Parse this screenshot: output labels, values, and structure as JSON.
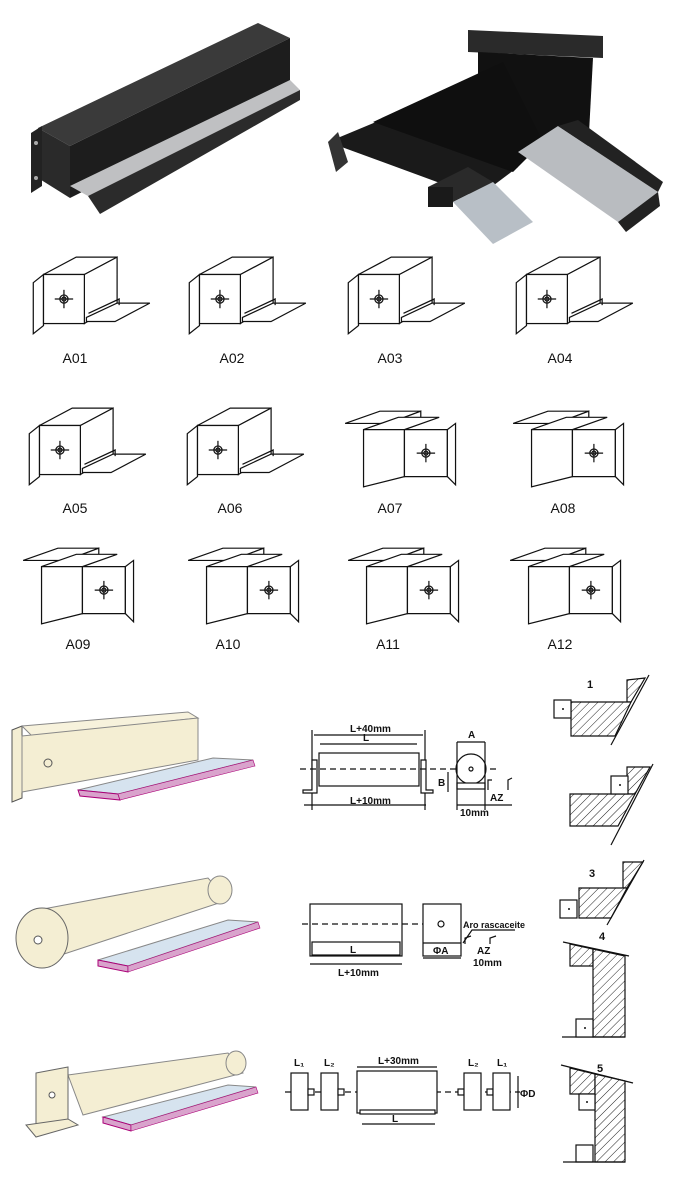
{
  "photos": [
    {
      "name": "black-cover-photo"
    },
    {
      "name": "cover-variants-photo"
    }
  ],
  "models": [
    "A01",
    "A02",
    "A03",
    "A04",
    "A05",
    "A06",
    "A07",
    "A08",
    "A09",
    "A10",
    "A11",
    "A12"
  ],
  "drawings": {
    "type1": {
      "l_plus_40": "L+40mm",
      "l": "L",
      "l_plus_10": "L+10mm",
      "a": "A",
      "b": "B",
      "az": "AZ",
      "ten_mm": "10mm"
    },
    "type2": {
      "l": "L",
      "l_plus_10": "L+10mm",
      "phi_a": "ΦA",
      "aro": "Aro rascaceite",
      "az": "AZ",
      "ten_mm": "10mm"
    },
    "type3": {
      "l1": "L₁",
      "l2": "L₂",
      "l_plus_30": "L+30mm",
      "l": "L",
      "phi_d": "ΦD"
    }
  },
  "mounts": [
    "1",
    "3",
    "4",
    "5"
  ],
  "colors": {
    "cream": "#f4eed3",
    "pink": "#d9a3cc",
    "trough": "#d6e3ef"
  }
}
